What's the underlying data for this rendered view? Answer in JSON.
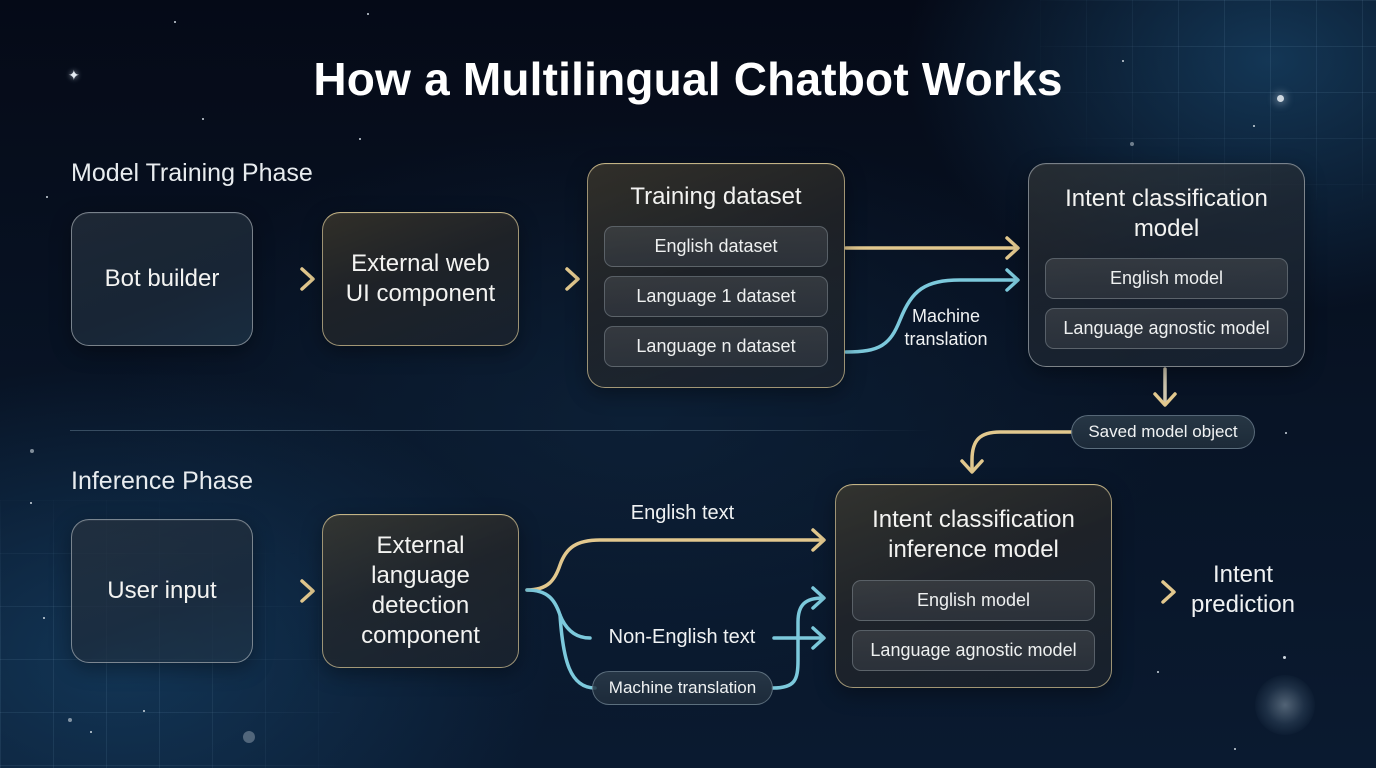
{
  "title": "How a Multilingual Chatbot Works",
  "colors": {
    "gold_arrow": "#e2c88e",
    "blue_arrow": "#7cc9dc",
    "background": "#07101f",
    "text": "#f2f2f0"
  },
  "training": {
    "label": "Model Training Phase",
    "bot_builder": "Bot builder",
    "external_web_ui": "External web UI component",
    "training_dataset": {
      "title": "Training dataset",
      "items": [
        "English dataset",
        "Language 1 dataset",
        "Language n dataset"
      ]
    },
    "machine_translation_label": "Machine translation",
    "intent_model": {
      "title": "Intent classification model",
      "items": [
        "English model",
        "Language agnostic model"
      ]
    },
    "saved_model": "Saved model object"
  },
  "inference": {
    "label": "Inference Phase",
    "user_input": "User input",
    "language_detection": "External language detection component",
    "english_text_label": "English text",
    "non_english_text_label": "Non-English text",
    "machine_translation_pill": "Machine translation",
    "inference_model": {
      "title": "Intent classification inference model",
      "items": [
        "English model",
        "Language agnostic model"
      ]
    },
    "output": "Intent prediction"
  },
  "icons": {
    "arrow": "arrow-right",
    "arrow_down": "arrow-down",
    "sparkle": "✦"
  }
}
